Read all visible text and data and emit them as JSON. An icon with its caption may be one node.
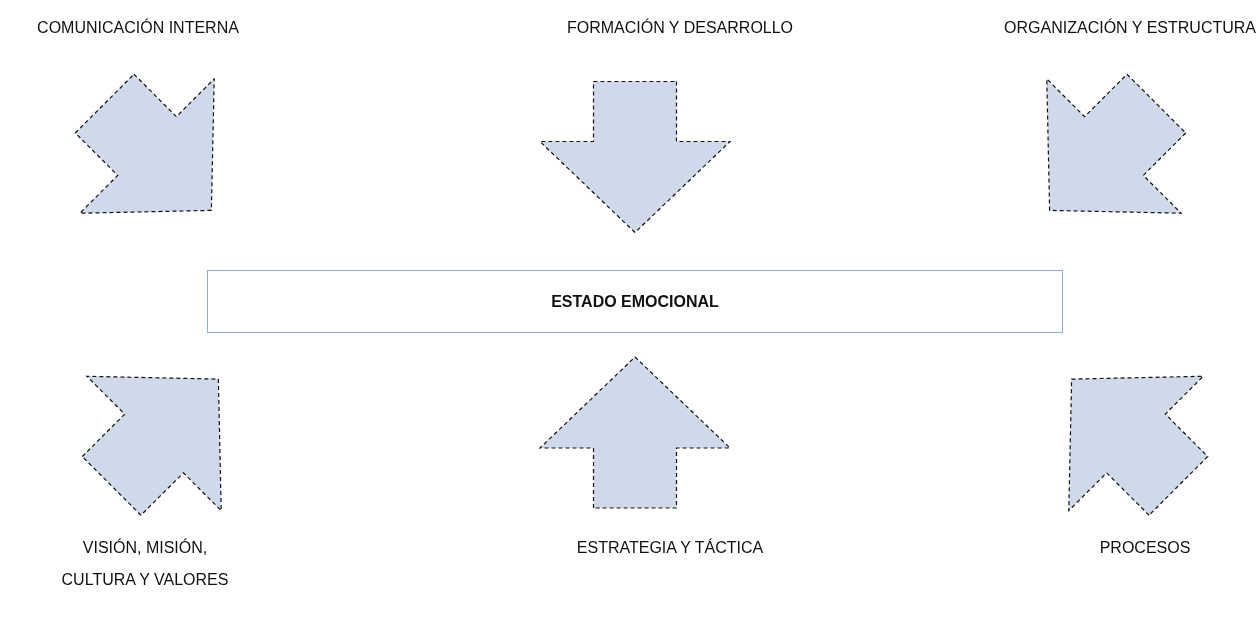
{
  "diagram": {
    "nodes": [
      {
        "text": [
          "COMUNICACIÓN INTERNA"
        ]
      },
      {
        "text": [
          "FORMACIÓN Y DESARROLLO"
        ]
      },
      {
        "text": [
          "ORGANIZACIÓN Y ESTRUCTURA"
        ]
      },
      {
        "text": [
          "ESTADO EMOCIONAL"
        ]
      },
      {
        "text": [
          "VISIÓN, MISIÓN, CULTURA Y VALORES"
        ]
      },
      {
        "text": [
          "ESTRATEGIA Y TÁCTICA"
        ]
      },
      {
        "text": [
          "PROCESOS"
        ]
      }
    ],
    "edges": [
      {
        "from": 0,
        "to": 3,
        "arrow": "to",
        "style": "dashed"
      },
      {
        "from": 1,
        "to": 3,
        "arrow": "to",
        "style": "dashed"
      },
      {
        "from": 2,
        "to": 3,
        "arrow": "to",
        "style": "dashed"
      },
      {
        "from": 4,
        "to": 3,
        "arrow": "to",
        "style": "dashed"
      },
      {
        "from": 5,
        "to": 3,
        "arrow": "to",
        "style": "dashed"
      },
      {
        "from": 6,
        "to": 3,
        "arrow": "to",
        "style": "dashed"
      }
    ]
  }
}
